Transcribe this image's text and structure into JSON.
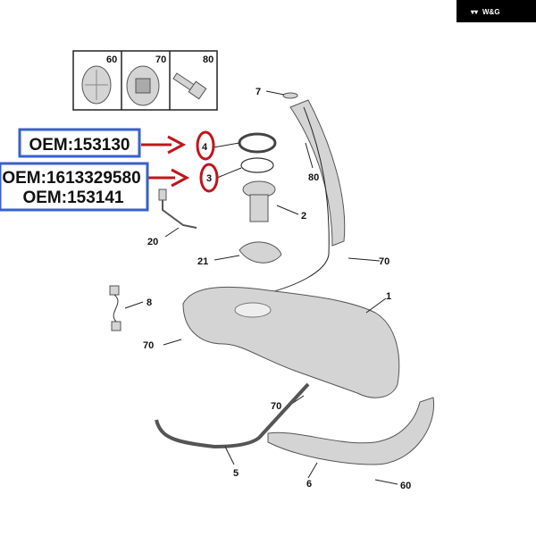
{
  "logo": {
    "text": "W&G"
  },
  "inset": {
    "labels": [
      "60",
      "70",
      "80"
    ]
  },
  "callouts": {
    "7": "7",
    "80": "80",
    "4": "4",
    "3": "3",
    "2": "2",
    "20": "20",
    "21": "21",
    "70a": "70",
    "8": "8",
    "1": "1",
    "70b": "70",
    "70c": "70",
    "5": "5",
    "6": "6",
    "60": "60"
  },
  "oem": {
    "box1": [
      "OEM:153130"
    ],
    "box2": [
      "OEM:1613329580",
      "OEM:153141"
    ]
  },
  "colors": {
    "oem_box": "#3a5fcd",
    "highlight": "#c0161b"
  }
}
